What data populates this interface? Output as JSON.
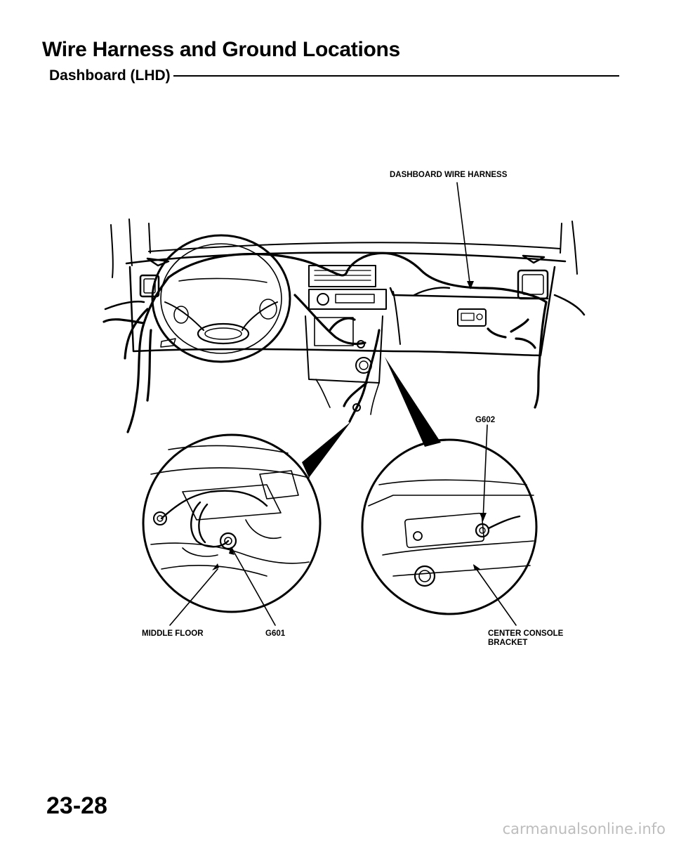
{
  "page": {
    "title": "Wire Harness and Ground Locations",
    "subtitle": "Dashboard (LHD)",
    "page_number": "23-28",
    "watermark": "carmanualsonline.info"
  },
  "callouts": {
    "dashboard_wire_harness": "DASHBOARD WIRE HARNESS",
    "g602": "G602",
    "middle_floor": "MIDDLE FLOOR",
    "g601": "G601",
    "center_console_line1": "CENTER CONSOLE",
    "center_console_line2": "BRACKET"
  }
}
